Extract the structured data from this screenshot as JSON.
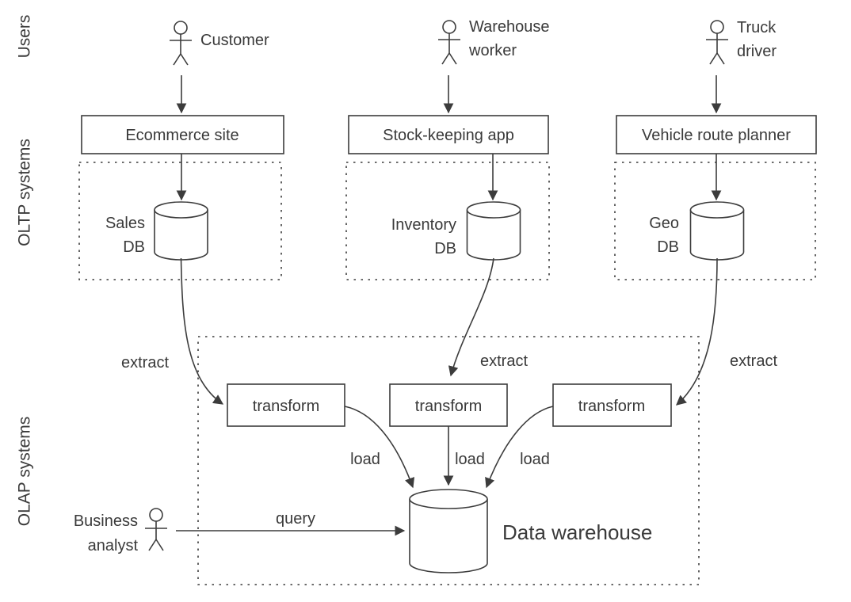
{
  "sections": {
    "users": "Users",
    "oltp": "OLTP systems",
    "olap": "OLAP systems"
  },
  "actors": {
    "customer": {
      "label": "Customer"
    },
    "warehouse_worker": {
      "line1": "Warehouse",
      "line2": "worker"
    },
    "truck_driver": {
      "line1": "Truck",
      "line2": "driver"
    },
    "business_analyst": {
      "line1": "Business",
      "line2": "analyst"
    }
  },
  "systems": {
    "ecommerce": "Ecommerce site",
    "stock_keeping": "Stock-keeping app",
    "route_planner": "Vehicle route planner"
  },
  "databases": {
    "sales": {
      "line1": "Sales",
      "line2": "DB"
    },
    "inventory": {
      "line1": "Inventory",
      "line2": "DB"
    },
    "geo": {
      "line1": "Geo",
      "line2": "DB"
    },
    "warehouse_label": "Data warehouse"
  },
  "flows": {
    "extract": "extract",
    "transform": "transform",
    "load": "load",
    "query": "query"
  },
  "colors": {
    "stroke": "#3c3c3c",
    "text": "#3a3a3a",
    "background": "#ffffff"
  }
}
